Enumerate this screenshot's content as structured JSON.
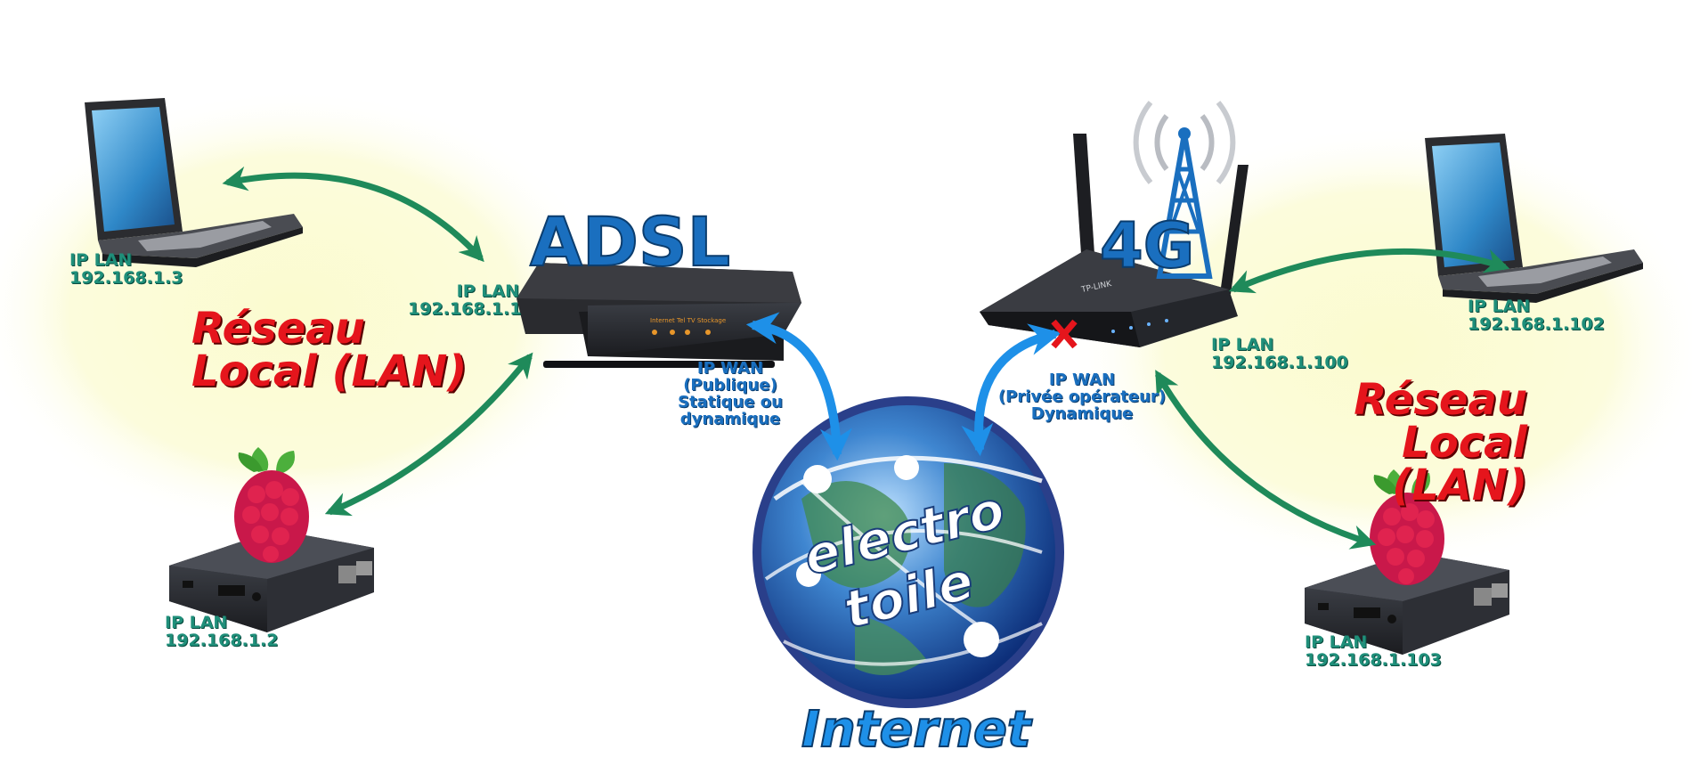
{
  "left_network": {
    "title_line1": "Réseau",
    "title_line2": "Local (LAN)",
    "laptop": {
      "ip_label": "IP LAN",
      "ip": "192.168.1.3"
    },
    "raspberry": {
      "ip_label": "IP LAN",
      "ip": "192.168.1.2"
    },
    "router": {
      "name": "ADSL",
      "lan_label": "IP LAN",
      "lan_ip": "192.168.1.1",
      "panel_text": "Internet  Tel  TV  Stockage",
      "wan_line1": "IP WAN",
      "wan_line2": "(Publique)",
      "wan_line3": "Statique ou",
      "wan_line4": "dynamique"
    }
  },
  "right_network": {
    "title_line1": "Réseau",
    "title_line2": "Local (LAN)",
    "laptop": {
      "ip_label": "IP LAN",
      "ip": "192.168.1.102"
    },
    "raspberry": {
      "ip_label": "IP LAN",
      "ip": "192.168.1.103"
    },
    "router": {
      "name": "4G",
      "brand": "TP-LINK",
      "lan_label": "IP LAN",
      "lan_ip": "192.168.1.100",
      "wan_line1": "IP WAN",
      "wan_line2": "(Privée opérateur)",
      "wan_line3": "Dynamique"
    }
  },
  "internet": {
    "label": "Internet",
    "globe_line1": "electro",
    "globe_line2": "toile"
  },
  "colors": {
    "lan_arrow": "#1f8a5a",
    "wan_arrow": "#1e90e8",
    "red_text": "#e5151c",
    "ip_text": "#1f8f7a",
    "wan_text": "#1a6fbf",
    "title_blue": "#1a6fbf",
    "glow": "#fafbd6",
    "blocked_mark": "#e5151c"
  },
  "icons": [
    "laptop-icon",
    "raspberry-pi-icon",
    "adsl-router-icon",
    "4g-router-icon",
    "cell-tower-icon",
    "globe-icon",
    "blocked-cross-icon"
  ]
}
